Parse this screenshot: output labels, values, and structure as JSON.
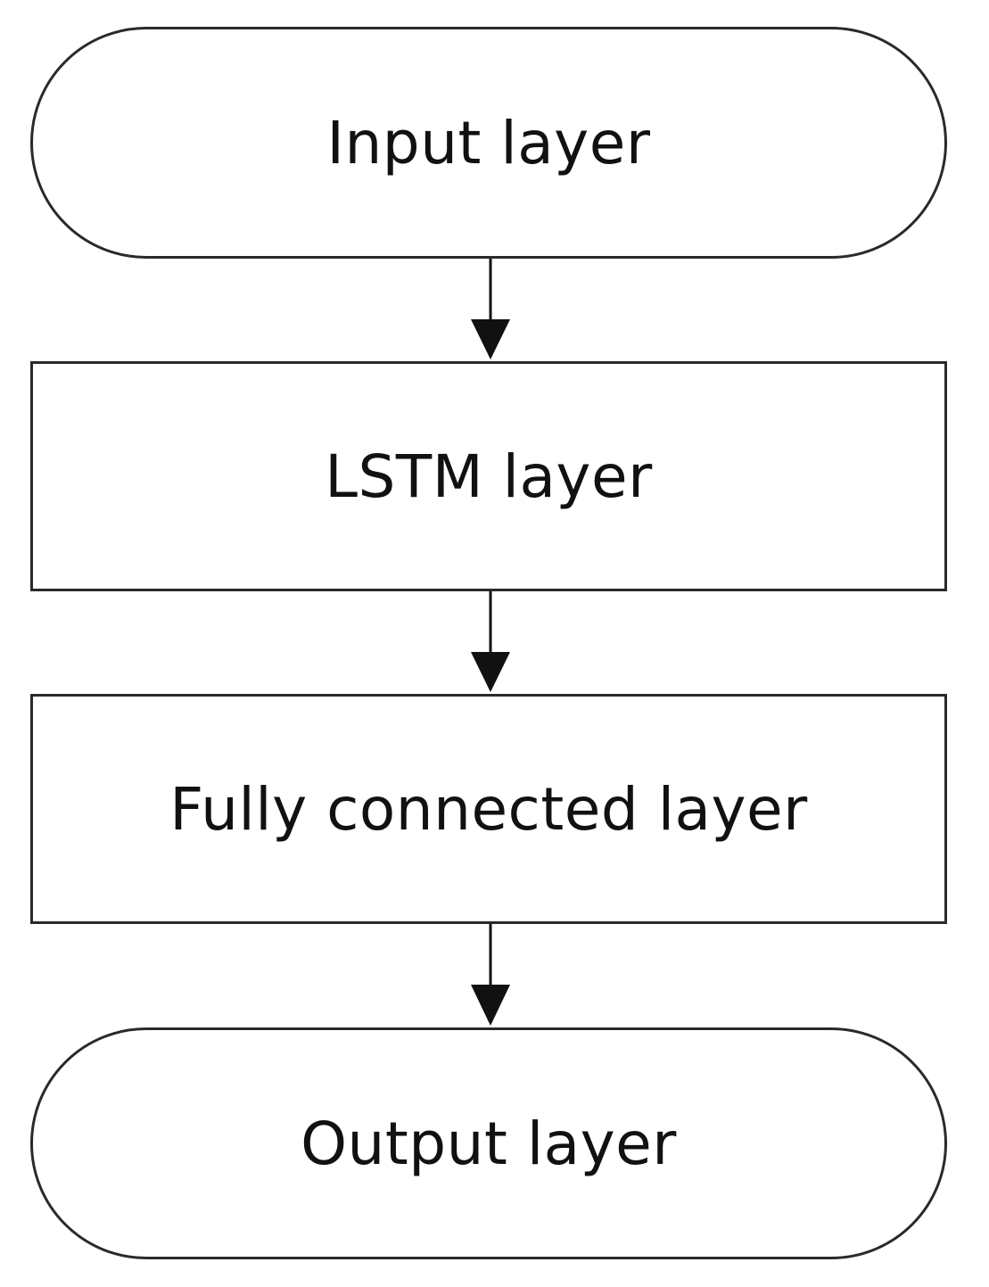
{
  "diagram": {
    "nodes": [
      {
        "id": "input",
        "label": "Input layer",
        "shape": "terminal"
      },
      {
        "id": "lstm",
        "label": "LSTM layer",
        "shape": "process"
      },
      {
        "id": "fc",
        "label": "Fully connected layer",
        "shape": "process"
      },
      {
        "id": "output",
        "label": "Output layer",
        "shape": "terminal"
      }
    ],
    "edges": [
      {
        "from": "input",
        "to": "lstm"
      },
      {
        "from": "lstm",
        "to": "fc"
      },
      {
        "from": "fc",
        "to": "output"
      }
    ],
    "colors": {
      "stroke": "#2a2a2a",
      "fill": "#ffffff",
      "text": "#111111"
    }
  }
}
